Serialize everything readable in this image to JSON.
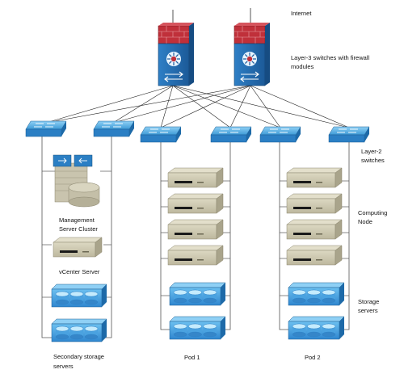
{
  "labels": {
    "internet": "Internet",
    "l3_line1": "Layer-3 switches with firewall",
    "l3_line2": "modules",
    "l2_line1": "Layer-2",
    "l2_line2": "switches",
    "computing_line1": "Computing",
    "computing_line2": "Node",
    "storage_line1": "Storage",
    "storage_line2": "servers",
    "mgmt_line1": "Management",
    "mgmt_line2": "Server Cluster",
    "vcenter": "vCenter Server",
    "secondary_line1": "Secondary storage",
    "secondary_line2": "servers",
    "pod1": "Pod 1",
    "pod2": "Pod 2"
  },
  "colors": {
    "firewall_red": "#c0303a",
    "switch_blue": "#2b7fc4",
    "switch_light": "#49a3dd",
    "server_beige": "#cfcbb3",
    "storage_blue": "#3c8fd6"
  }
}
